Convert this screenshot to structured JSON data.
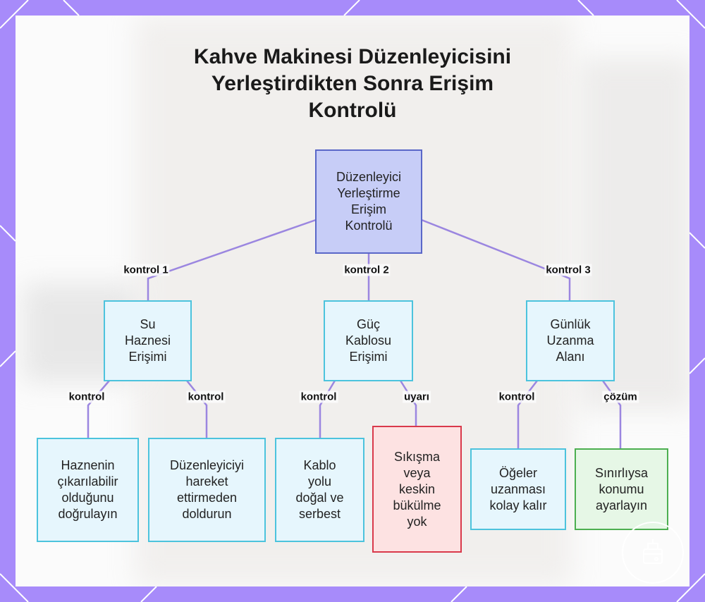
{
  "title": "Kahve Makinesi Düzenleyicisini\nYerleştirdikten Sonra Erişim\nKontrolü",
  "colors": {
    "frame": "#a78bfa",
    "edge": "#9b86e0",
    "root_fill": "#c7cdf7",
    "root_border": "#5a67c8",
    "info_fill": "#e6f6fd",
    "info_border": "#4cc3dd",
    "warning_fill": "#fde2e2",
    "warning_border": "#d9394b",
    "solution_fill": "#e6f7e6",
    "solution_border": "#4caf50"
  },
  "nodes": {
    "root": "Düzenleyici\nYerleştirme\nErişim\nKontrolü",
    "water": "Su\nHaznesi\nErişimi",
    "power": "Güç\nKablosu\nErişimi",
    "daily": "Günlük\nUzanma\nAlanı",
    "removable": "Haznenin\nçıkarılabilir\nolduğunu\ndoğrulayın",
    "refill": "Düzenleyiciyi\nhareket\nettirmeden\ndoldurun",
    "cable_path": "Kablo\nyolu\ndoğal ve\nserbest",
    "pinch": "Sıkışma\nveya\nkeskin\nbükülme\nyok",
    "reach": "Öğeler\nuzanması\nkolay kalır",
    "adjust": "Sınırlıysa\nkonumu\nayarlayın"
  },
  "edges": {
    "c1": "kontrol 1",
    "c2": "kontrol 2",
    "c3": "kontrol 3",
    "w_left": "kontrol",
    "w_right": "kontrol",
    "p_left": "kontrol",
    "p_right": "uyarı",
    "d_left": "kontrol",
    "d_right": "çözüm"
  },
  "icons": {
    "logo": "coffee-machine-icon"
  }
}
